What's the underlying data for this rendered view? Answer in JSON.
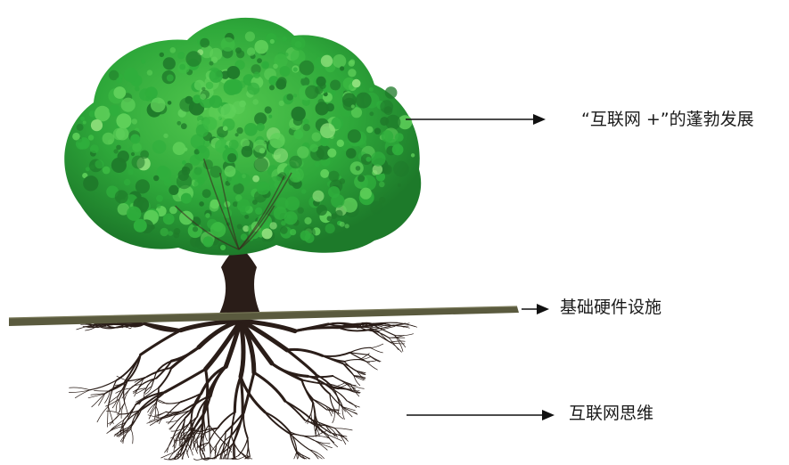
{
  "labels": {
    "canopy": "“互联网 +”的蓬勃发展",
    "ground": "基础硬件设施",
    "roots": "互联网思维"
  },
  "colors": {
    "leaf_dark": "#1f7a2a",
    "leaf_mid": "#2fae3c",
    "leaf_light": "#5fd05a",
    "trunk": "#2a1d18",
    "ground": "#5a5a3e",
    "arrow": "#111111"
  }
}
